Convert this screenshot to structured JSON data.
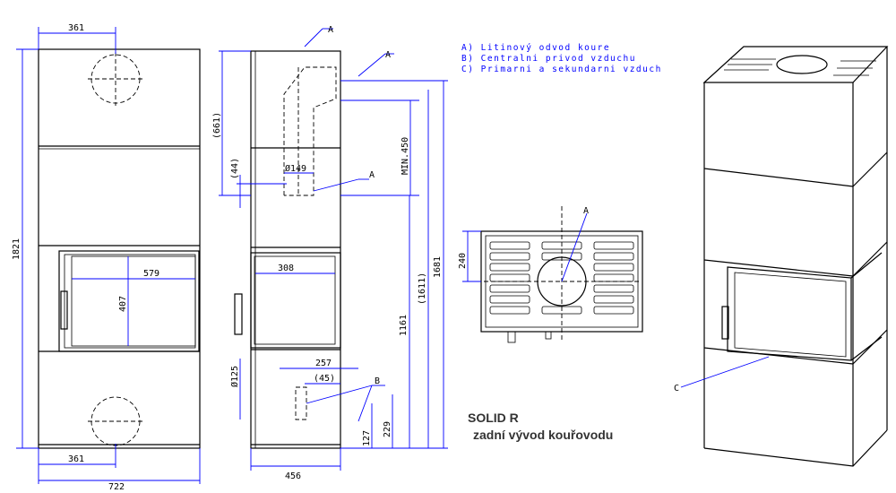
{
  "legend": {
    "a": "A)  Litinový odvod koure",
    "b": "B)  Centralni privod vzduchu",
    "c": "C)  Primarni a sekundarni vzduch"
  },
  "title": {
    "model": "SOLID R",
    "subtitle": "zadní vývod kouřovodu"
  },
  "front_dims": {
    "top_width": "361",
    "height": "1821",
    "glass_width": "579",
    "glass_height": "407",
    "bottom_offset": "361",
    "total_width": "722"
  },
  "side_dims": {
    "d661": "(661)",
    "d44": "(44)",
    "d149": "Ø149",
    "min450": "MIN.450",
    "d1611": "(1611)",
    "d1681": "1681",
    "d308": "308",
    "d1161": "1161",
    "d125": "Ø125",
    "d257": "257",
    "d45": "(45)",
    "d127": "127",
    "d229": "229",
    "d456": "456"
  },
  "top_dims": {
    "d240": "240"
  },
  "labels": {
    "a": "A",
    "b": "B",
    "c": "C"
  }
}
